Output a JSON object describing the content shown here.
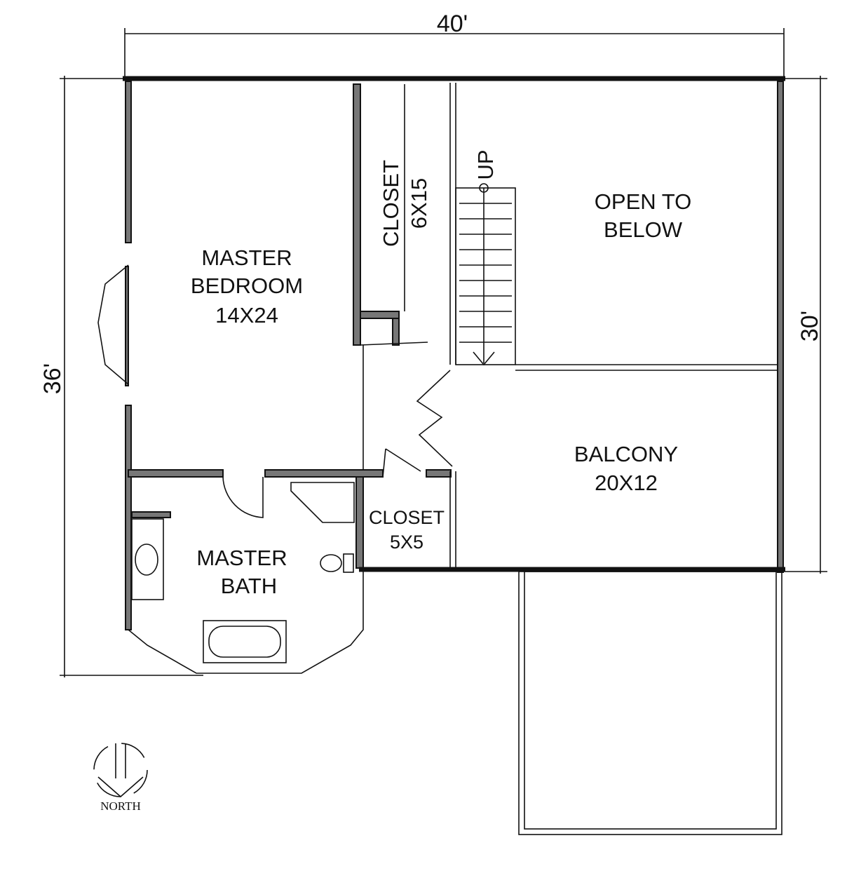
{
  "dimensions": {
    "width": "40'",
    "depth": "36'",
    "right_depth": "30'"
  },
  "rooms": {
    "master_bedroom": {
      "name1": "MASTER",
      "name2": "BEDROOM",
      "size": "14X24"
    },
    "closet_large": {
      "name": "CLOSET",
      "size": "6X15"
    },
    "stair": {
      "label": "UP"
    },
    "open_to_below": {
      "line1": "OPEN TO",
      "line2": "BELOW"
    },
    "balcony": {
      "name": "BALCONY",
      "size": "20X12"
    },
    "closet_small": {
      "name": "CLOSET",
      "size": "5X5"
    },
    "master_bath": {
      "name1": "MASTER",
      "name2": "BATH"
    }
  },
  "compass": {
    "label": "NORTH"
  }
}
